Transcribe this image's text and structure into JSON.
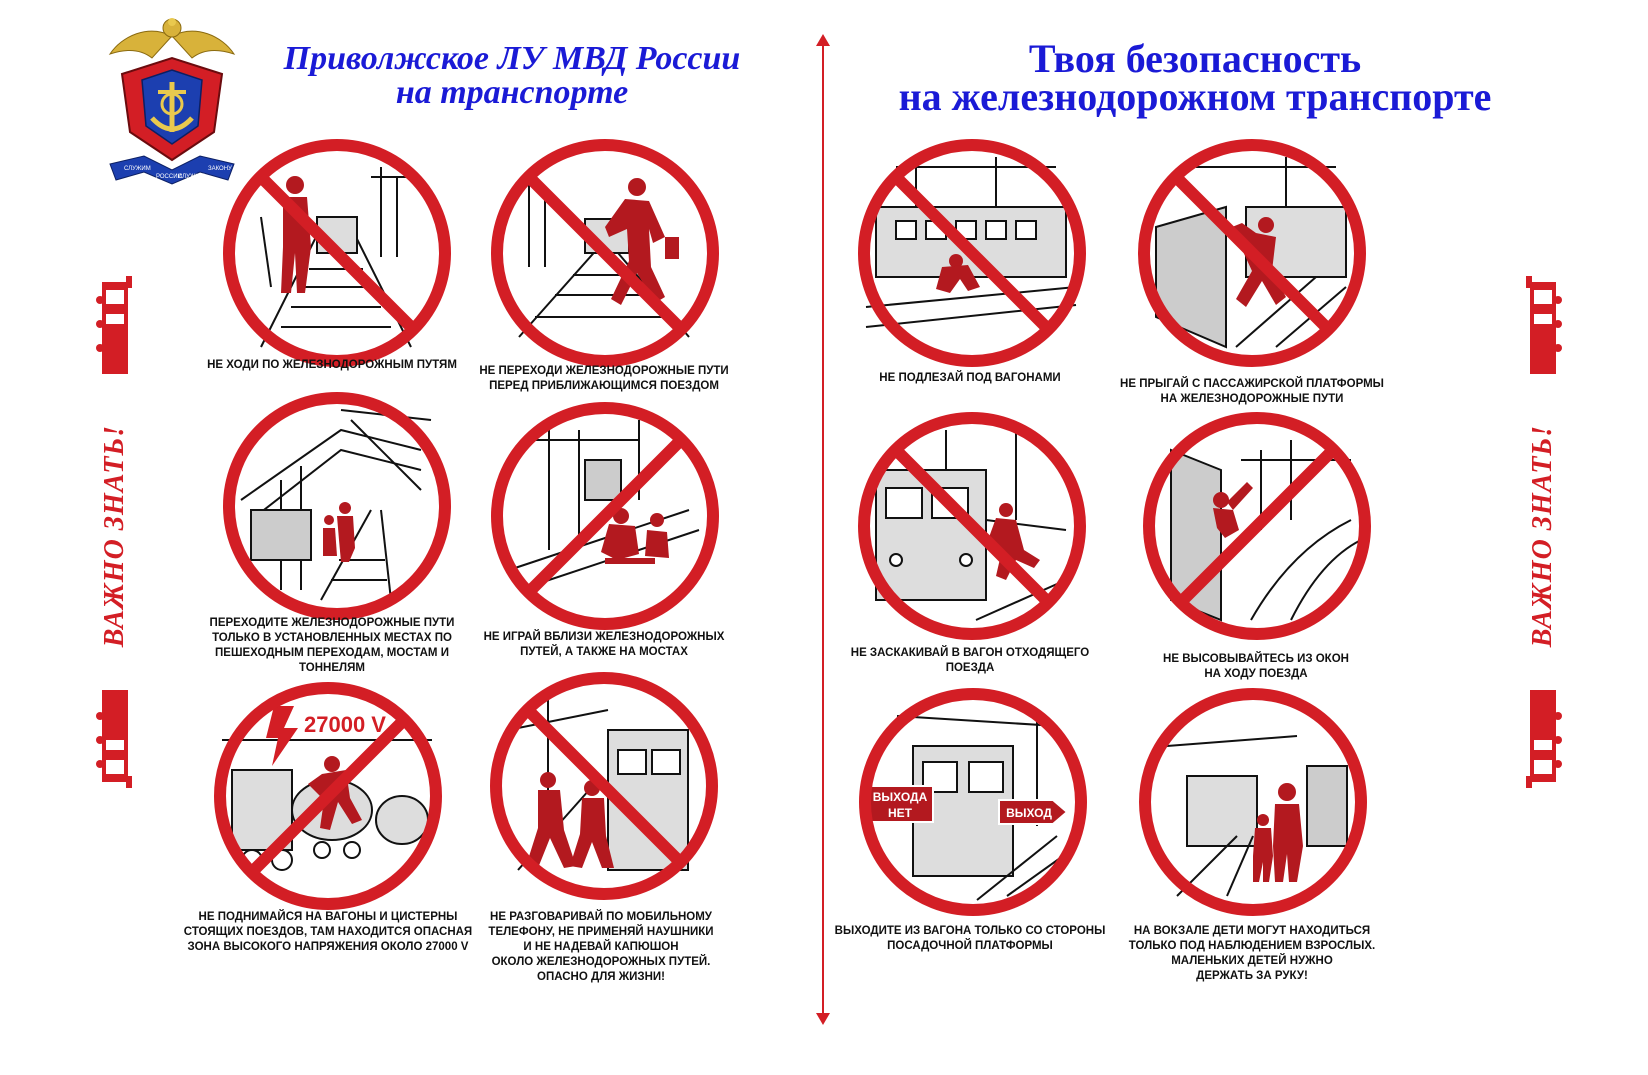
{
  "emblem": {
    "motto_1": "СЛУЖИМ",
    "motto_2": "РОССИИ",
    "motto_3": "СЛУЖИМ",
    "motto_4": "ЗАКОНУ"
  },
  "left_title": {
    "line1": "Приволжское ЛУ МВД России",
    "line2": "на транспорте"
  },
  "right_title": {
    "line1": "Твоя безопасность",
    "line2": "на железнодорожном транспорте"
  },
  "side_label": "ВАЖНО ЗНАТЬ!",
  "colors": {
    "accent_red": "#d31e25",
    "title_blue": "#1a1ad6",
    "figure_red": "#b3191f"
  },
  "signs": [
    {
      "id": "walk-tracks",
      "icon": "person-walking-on-tracks-icon",
      "caption": "НЕ ХОДИ ПО ЖЕЛЕЗНОДОРОЖНЫМ ПУТЯМ"
    },
    {
      "id": "cross-before-train",
      "icon": "person-running-across-tracks-icon",
      "caption": "НЕ ПЕРЕХОДИ ЖЕЛЕЗНОДОРОЖНЫЕ ПУТИ\nПЕРЕД ПРИБЛИЖАЮЩИМСЯ ПОЕЗДОМ"
    },
    {
      "id": "cross-allowed",
      "icon": "pedestrian-crossing-bridge-icon",
      "caption": "ПЕРЕХОДИТЕ ЖЕЛЕЗНОДОРОЖНЫЕ ПУТИ\nТОЛЬКО В УСТАНОВЛЕННЫХ МЕСТАХ ПО\nПЕШЕХОДНЫМ ПЕРЕХОДАМ, МОСТАМ И\nТОННЕЛЯМ"
    },
    {
      "id": "play-near-tracks",
      "icon": "children-playing-on-tracks-icon",
      "caption": "НЕ ИГРАЙ ВБЛИЗИ ЖЕЛЕЗНОДОРОЖНЫХ\nПУТЕЙ, А ТАКЖЕ НА МОСТАХ"
    },
    {
      "id": "climb-wagons",
      "icon": "high-voltage-icon",
      "voltage": "27000 V",
      "caption": "НЕ ПОДНИМАЙСЯ НА ВАГОНЫ И ЦИСТЕРНЫ\nСТОЯЩИХ ПОЕЗДОВ, ТАМ НАХОДИТСЯ ОПАСНАЯ\nЗОНА ВЫСОКОГО НАПРЯЖЕНИЯ ОКОЛО 27000 V"
    },
    {
      "id": "phone-headphones",
      "icon": "people-with-headphones-icon",
      "caption": "НЕ РАЗГОВАРИВАЙ ПО МОБИЛЬНОМУ\nТЕЛЕФОНУ, НЕ ПРИМЕНЯЙ НАУШНИКИ\nИ НЕ НАДЕВАЙ КАПЮШОН\nОКОЛО ЖЕЛЕЗНОДОРОЖНЫХ ПУТЕЙ.\nОПАСНО ДЛЯ ЖИЗНИ!"
    },
    {
      "id": "crawl-under",
      "icon": "person-crawling-under-train-icon",
      "caption": "НЕ ПОДЛЕЗАЙ ПОД ВАГОНАМИ"
    },
    {
      "id": "jump-platform",
      "icon": "person-jumping-from-platform-icon",
      "caption": "НЕ ПРЫГАЙ С ПАССАЖИРСКОЙ ПЛАТФОРМЫ\nНА ЖЕЛЕЗНОДОРОЖНЫЕ ПУТИ"
    },
    {
      "id": "jump-moving-train",
      "icon": "person-jumping-into-train-icon",
      "caption": "НЕ ЗАСКАКИВАЙ В ВАГОН ОТХОДЯЩЕГО\nПОЕЗДА"
    },
    {
      "id": "lean-window",
      "icon": "person-leaning-out-window-icon",
      "caption": "НЕ ВЫСОВЫВАЙТЕСЬ ИЗ ОКОН\nНА ХОДУ ПОЕЗДА"
    },
    {
      "id": "exit-platform",
      "icon": "train-exit-signs-icon",
      "sign_no_exit_1": "ВЫХОДА",
      "sign_no_exit_2": "НЕТ",
      "sign_exit": "ВЫХОД",
      "caption": "ВЫХОДИТЕ ИЗ ВАГОНА ТОЛЬКО СО СТОРОНЫ\nПОСАДОЧНОЙ ПЛАТФОРМЫ"
    },
    {
      "id": "children-adults",
      "icon": "adult-holding-child-hand-icon",
      "caption": "НА ВОКЗАЛЕ ДЕТИ МОГУТ НАХОДИТЬСЯ\nТОЛЬКО ПОД НАБЛЮДЕНИЕМ ВЗРОСЛЫХ.\nМАЛЕНЬКИХ ДЕТЕЙ НУЖНО\nДЕРЖАТЬ ЗА РУКУ!"
    }
  ]
}
